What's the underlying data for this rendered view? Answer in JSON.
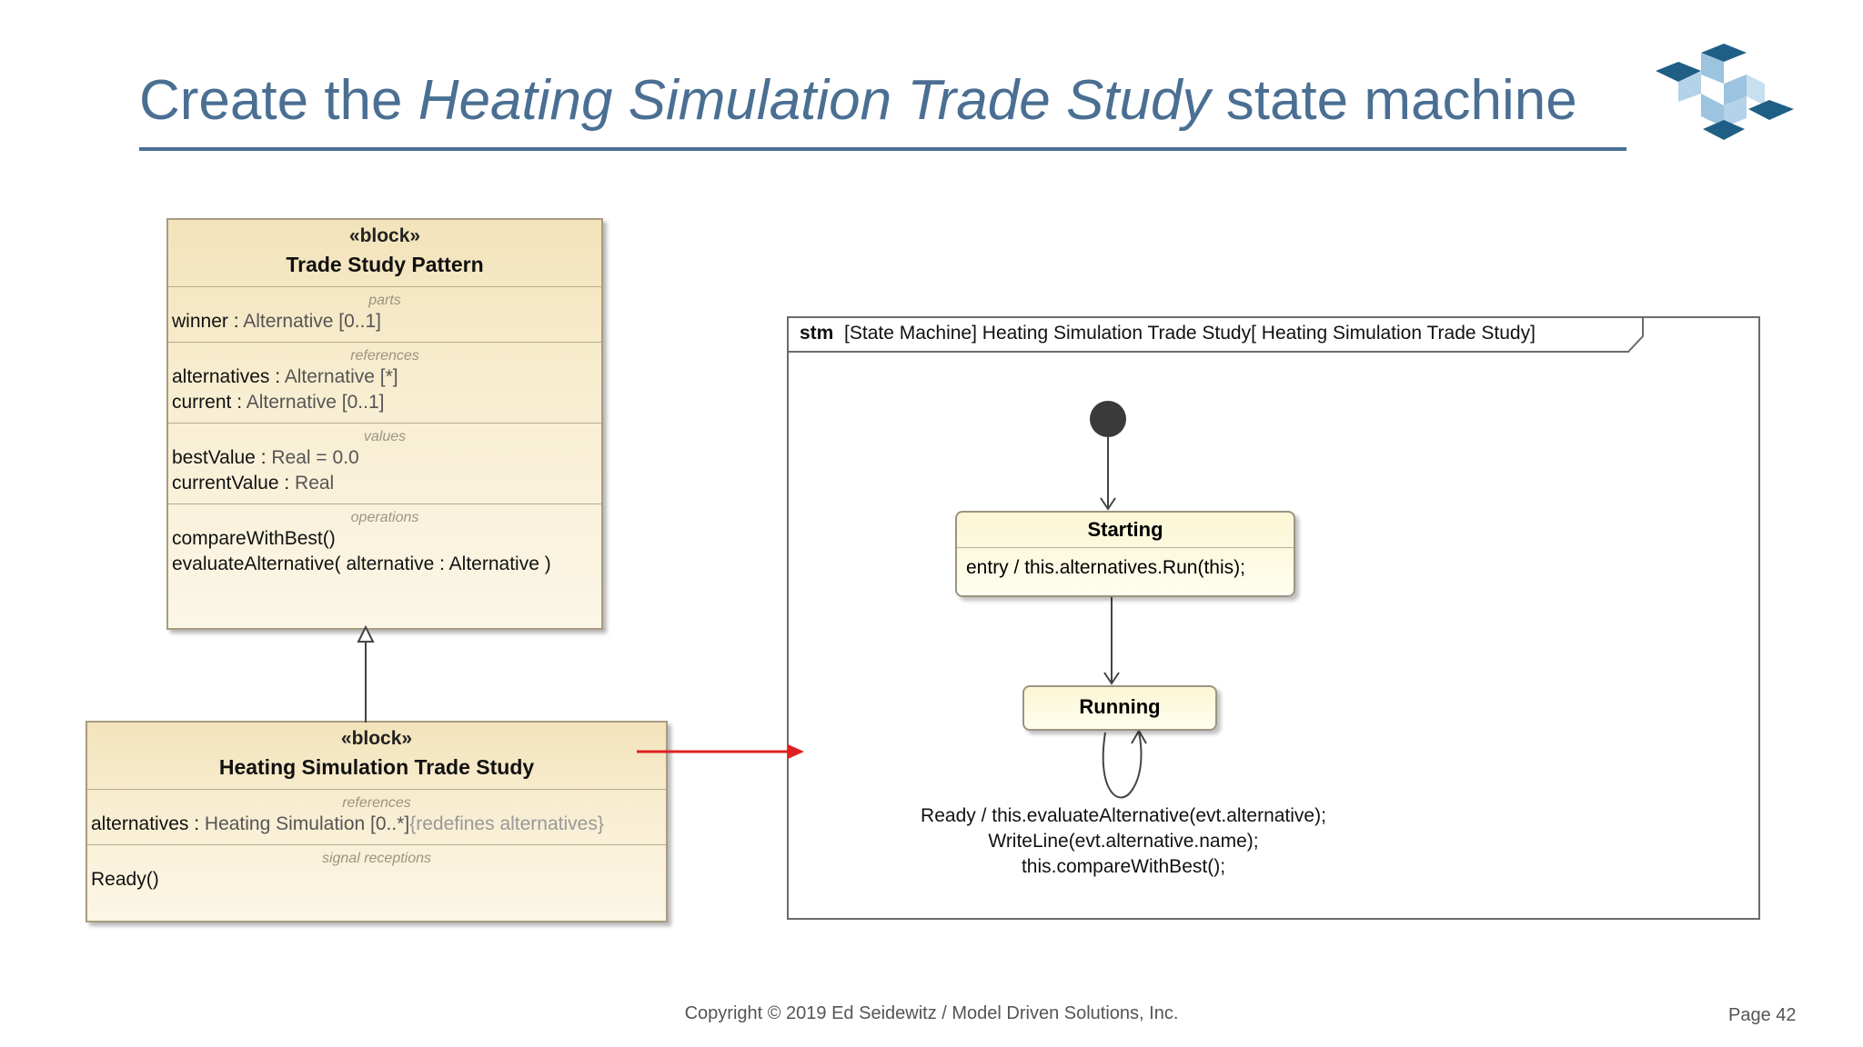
{
  "slide": {
    "title_prefix": "Create the ",
    "title_italic": "Heating Simulation Trade Study",
    "title_suffix": " state machine"
  },
  "block_trade_study": {
    "stereotype": "«block»",
    "name": "Trade Study Pattern",
    "parts_title": "parts",
    "parts": [
      {
        "name": "winner",
        "sep": " : ",
        "type": "Alternative",
        "mult": " [0..1]"
      }
    ],
    "references_title": "references",
    "references": [
      {
        "name": "alternatives",
        "sep": " : ",
        "type": "Alternative",
        "mult": " [*]"
      },
      {
        "name": "current",
        "sep": " : ",
        "type": "Alternative",
        "mult": " [0..1]"
      }
    ],
    "values_title": "values",
    "values": [
      {
        "name": "bestValue",
        "sep": " : ",
        "type": "Real",
        "mult": " = 0.0"
      },
      {
        "name": "currentValue",
        "sep": " : ",
        "type": "Real",
        "mult": ""
      }
    ],
    "operations_title": "operations",
    "operations": [
      "compareWithBest()",
      "evaluateAlternative( alternative : Alternative )"
    ]
  },
  "block_heating": {
    "stereotype": "«block»",
    "name": "Heating Simulation Trade Study",
    "references_title": "references",
    "reference_name": "alternatives",
    "reference_sep": " : ",
    "reference_type": "Heating Simulation",
    "reference_mult": " [0..*]",
    "reference_redefines": "{redefines alternatives}",
    "signals_title": "signal receptions",
    "signals": [
      "Ready()"
    ]
  },
  "state_machine": {
    "frame_kind": "stm",
    "frame_label": "[State Machine] Heating Simulation Trade Study[ Heating Simulation Trade Study]",
    "state_starting_name": "Starting",
    "state_starting_entry": "entry / this.alternatives.Run(this);",
    "state_running_name": "Running",
    "transition_lines": [
      "Ready / this.evaluateAlternative(evt.alternative);",
      "WriteLine(evt.alternative.name);",
      "this.compareWithBest();"
    ]
  },
  "footer": {
    "copyright": "Copyright © 2019 Ed Seidewitz / Model Driven Solutions, Inc.",
    "page": "Page 42"
  },
  "colors": {
    "title": "#4a6f93",
    "logo_dark": "#1f5f86",
    "logo_light": "#9cc3df",
    "arrow_red": "#e02020"
  }
}
